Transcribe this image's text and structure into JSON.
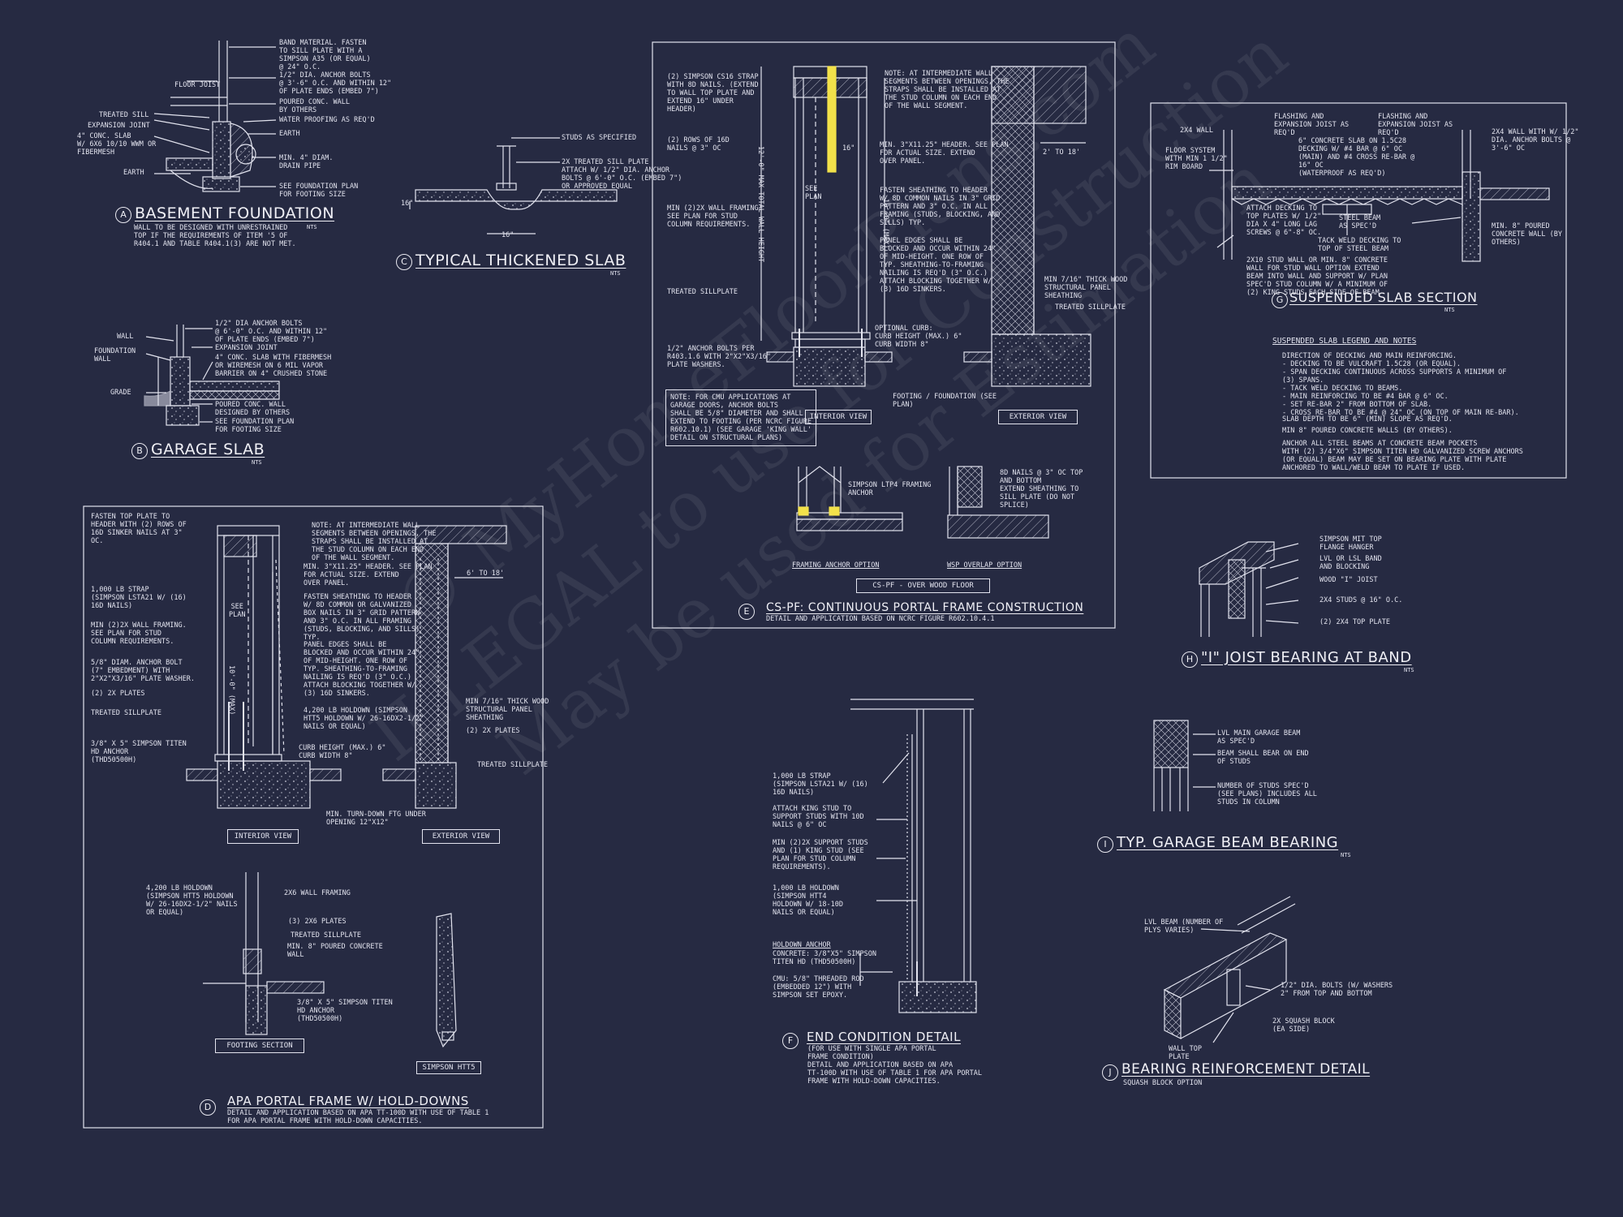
{
  "watermark": "© MyHomeFloorPlans.com\nILLEGAL to use for Construction\nMay be used for Estimation",
  "colors": {
    "background": "#262a42",
    "linework": "#e2e3ee",
    "highlight": "#f2e14a"
  },
  "detail_a": {
    "tag": "A",
    "title": "BASEMENT FOUNDATION",
    "nts": "NTS",
    "subtitle": "WALL TO BE DESIGNED WITH UNRESTRAINED\nTOP IF THE REQUIREMENTS OF ITEM '5 OF\nR404.1 AND TABLE R404.1(3) ARE NOT MET.",
    "note1": "BAND MATERIAL. FASTEN\nTO SILL PLATE WITH A\nSIMPSON A35 (OR EQUAL)\n@ 24\" O.C.",
    "note2": "1/2\" DIA. ANCHOR BOLTS\n@ 3'-6\" O.C. AND WITHIN 12\"\nOF PLATE ENDS (EMBED 7\")",
    "note3": "POURED CONC. WALL\nBY OTHERS",
    "note4": "WATER PROOFING AS REQ'D",
    "note5": "EARTH",
    "note6": "MIN. 4\" DIAM.\nDRAIN PIPE",
    "note7": "SEE FOUNDATION PLAN\nFOR FOOTING SIZE",
    "left1": "FLOOR JOIST",
    "left2": "TREATED SILL",
    "left3": "EXPANSION JOINT",
    "left4": "4\" CONC. SLAB\nW/ 6x6 10/10 WWM OR\nFIBERMESH",
    "left5": "EARTH"
  },
  "detail_b": {
    "tag": "B",
    "title": "GARAGE SLAB",
    "nts": "NTS",
    "note1": "1/2\" DIA ANCHOR BOLTS\n@ 6'-0\" O.C. AND WITHIN 12\"\nOF PLATE ENDS (EMBED 7\")",
    "note2": "EXPANSION JOINT",
    "note3": "4\" CONC. SLAB WITH FIBERMESH\nOR WIREMESH ON 6 MIL VAPOR\nBARRIER ON 4\" CRUSHED STONE",
    "note4": "POURED CONC. WALL\nDESIGNED BY OTHERS",
    "note5": "SEE FOUNDATION PLAN\nFOR FOOTING SIZE",
    "left1": "WALL",
    "left2": "FOUNDATION\nWALL",
    "left3": "GRADE"
  },
  "detail_c": {
    "tag": "C",
    "title": "TYPICAL THICKENED SLAB",
    "nts": "NTS",
    "note1": "STUDS AS SPECIFIED",
    "note2": "2x TREATED SILL PLATE\nATTACH W/ 1/2\" dia. ANCHOR\nBOLTS @ 6'-0\" O.C. (EMBED 7\")\nOR APPROVED EQUAL",
    "dim1": "16\"",
    "dim2": "16\""
  },
  "detail_d": {
    "tag": "D",
    "title": "APA PORTAL FRAME W/ HOLD-DOWNS",
    "subtitle": "DETAIL AND APPLICATION BASED ON APA TT-100D WITH USE OF TABLE 1\nFOR APA PORTAL FRAME WITH HOLD-DOWN CAPACITIES.",
    "left1": "FASTEN TOP PLATE TO\nHEADER WITH (2) ROWS OF\n16d SINKER NAILS AT 3\"\nOC.",
    "left2": "1,000 LB STRAP\n(SIMPSON LSTA21 W/ (16)\n16d NAILS)",
    "left3": "MIN (2)2X WALL FRAMING.\nSEE PLAN FOR STUD\nCOLUMN REQUIREMENTS.",
    "left4": "5/8\" DIAM. ANCHOR BOLT\n(7\" EMBEDMENT) WITH\n2\"x2\"x3/16\" PLATE WASHER.",
    "left5": "(2) 2x PLATES",
    "left6": "TREATED SILLPLATE",
    "left7": "3/8\" x 5\" SIMPSON TITEN\nHD ANCHOR\n(THD50500H)",
    "mid1": "NOTE: AT INTERMEDIATE WALL\nSEGMENTS BETWEEN OPENINGS, THE\nSTRAPS SHALL BE INSTALLED AT\nTHE STUD COLUMN ON EACH END\nOF THE WALL SEGMENT.",
    "mid2": "MIN. 3\"x11.25\" HEADER. SEE PLAN\nFOR ACTUAL SIZE. EXTEND\nOVER PANEL.",
    "mid3": "FASTEN SHEATHING TO HEADER\nW/ 8d COMMON OR GALVANIZED\nBOX NAILS IN 3\" GRID PATTERN\nAND 3\" O.C. IN ALL FRAMING\n(STUDS, BLOCKING, AND SILLS)\nTYP.",
    "mid4": "PANEL EDGES SHALL BE\nBLOCKED AND OCCUR WITHIN 24\"\nOF MID-HEIGHT. ONE ROW OF\nTYP. SHEATHING-TO-FRAMING\nNAILING IS REQ'D (3\" O.C.)\nATTACH BLOCKING TOGETHER W/\n(3) 16d SINKERS.",
    "mid5": "4,200 LB HOLDOWN (SIMPSON\nHTT5 HOLDOWN W/ 26-16dx2-1/2\"\nNAILS OR EQUAL)",
    "mid6": "CURB HEIGHT (MAX.) 6\"\nCURB WIDTH 8\"",
    "mid7": "MIN. TURN-DOWN FTG UNDER\nOPENING 12\"x12\"",
    "see_plan": "SEE\nPLAN",
    "height": "10'-0\" (MAX)",
    "right1": "6' TO 18'",
    "right2": "MIN 7/16\" THICK WOOD\nSTRUCTURAL PANEL\nSHEATHING",
    "right3": "(2) 2x PLATES",
    "right4": "TREATED SILLPLATE",
    "view1": "INTERIOR VIEW",
    "view2": "EXTERIOR VIEW",
    "fs1": "4,200 LB HOLDOWN\n(SIMPSON HTT5 HOLDOWN\nW/ 26-16dx2-1/2\" NAILS\nOR EQUAL)",
    "fs2": "2x6 WALL FRAMING",
    "fs3": "(3) 2x6 PLATES",
    "fs4": "TREATED SILLPLATE",
    "fs5": "MIN. 8\" POURED CONCRETE\nWALL",
    "fs6": "3/8\" x 5\" SIMPSON TITEN\nHD ANCHOR\n(THD50500H)",
    "footing_section": "FOOTING SECTION",
    "simpson": "SIMPSON HTT5"
  },
  "detail_e": {
    "tag": "E",
    "title": "CS-PF: CONTINUOUS PORTAL FRAME CONSTRUCTION",
    "subtitle": "DETAIL AND APPLICATION BASED ON NCRC FIGURE R602.10.4.1",
    "left1": "(2) SIMPSON CS16 STRAP\nWITH 8d NAILS. (EXTEND\nTO WALL TOP PLATE AND\nEXTEND 16\" UNDER\nHEADER)",
    "left2": "(2) ROWS OF 16d\nNAILS @ 3\" OC",
    "left3": "MIN (2)2X WALL FRAMING.\nSEE PLAN FOR STUD\nCOLUMN REQUIREMENTS.",
    "left4": "TREATED SILLPLATE",
    "left5": "1/2\" ANCHOR BOLTS PER\nR403.1.6 WITH 2\"x2\"x3/16\"\nPLATE WASHERS.",
    "note_box": "NOTE: FOR CMU APPLICATIONS AT\nGARAGE DOORS, ANCHOR BOLTS\nSHALL BE 5/8\" DIAMETER AND SHALL\nEXTEND TO FOOTING (PER NCRC FIGURE\nR602.10.1) (SEE GARAGE 'KING WALL'\nDETAIL ON STRUCTURAL PLANS)",
    "mid1": "NOTE: AT INTERMEDIATE WALL\nSEGMENTS BETWEEN OPENINGS, THE\nSTRAPS SHALL BE INSTALLED AT\nTHE STUD COLUMN ON EACH END\nOF THE WALL SEGMENT.",
    "mid2": "MIN. 3\"x11.25\" HEADER. SEE PLAN\nFOR ACTUAL SIZE. EXTEND\nOVER PANEL.",
    "mid3": "FASTEN SHEATHING TO HEADER\nW/ 8d COMMON NAILS IN 3\" GRID\nPATTERN AND 3\" O.C. IN ALL\nFRAMING (STUDS, BLOCKING, AND\nSILLS) TYP.",
    "mid4": "PANEL EDGES SHALL BE\nBLOCKED AND OCCUR WITHIN 24\"\nOF MID-HEIGHT. ONE ROW OF\nTYP. SHEATHING-TO-FRAMING\nNAILING IS REQ'D (3\" O.C.)\nATTACH BLOCKING TOGETHER W/\n(3) 16d SINKERS.",
    "mid5": "OPTIONAL CURB:\nCURB HEIGHT (MAX.) 6\"\nCURB WIDTH 8\"",
    "mid6": "FOOTING / FOUNDATION (SEE\nPLAN)",
    "see_plan": "SEE\nPLAN",
    "dim16": "16\"",
    "height1": "12'-0\" MAX TOTAL WALL HEIGHT",
    "height2": "10'-0\" (MAX)",
    "right1": "2' TO 18'",
    "right2": "MIN 7/16\" THICK WOOD\nSTRUCTURAL PANEL\nSHEATHING",
    "right3": "TREATED SILLPLATE",
    "view1": "INTERIOR VIEW",
    "view2": "EXTERIOR VIEW",
    "a1": "SIMPSON LTP4 FRAMING\nANCHOR",
    "a2": "8d NAILS @ 3\" OC TOP\nAND BOTTOM",
    "a3": "EXTEND SHEATHING TO\nSILL PLATE (DO NOT\nSPLICE)",
    "opt1": "FRAMING ANCHOR OPTION",
    "opt2": "WSP OVERLAP OPTION",
    "box": "CS-PF - OVER WOOD FLOOR"
  },
  "detail_f": {
    "tag": "F",
    "title": "END CONDITION DETAIL",
    "subtitle": "(FOR USE WITH SINGLE APA PORTAL\nFRAME CONDITION)\nDETAIL AND APPLICATION BASED ON APA\nTT-100D WITH USE OF TABLE 1 FOR APA PORTAL\nFRAME WITH HOLD-DOWN CAPACITIES.",
    "n1": "1,000 LB STRAP\n(SIMPSON LSTA21 W/ (16)\n16d NAILS)",
    "n2": "ATTACH KING STUD TO\nSUPPORT STUDS WITH 10d\nNAILS @ 6\" OC",
    "n3": "MIN (2)2X SUPPORT STUDS\nAND (1) KING STUD (SEE\nPLAN FOR STUD COLUMN\nREQUIREMENTS).",
    "n4": "1,000 LB HOLDOWN\n(SIMPSON HTT4\nHOLDOWN W/ 18-10d\nNAILS OR EQUAL)",
    "n5_head": "HOLDOWN ANCHOR",
    "n5": "CONCRETE: 3/8\"x5\" SIMPSON\nTITEN HD (THD50500H)",
    "n6": "CMU: 5/8\" THREADED ROD\n(EMBEDDED 12\") WITH\nSIMPSON SET EPOXY."
  },
  "detail_g": {
    "tag": "G",
    "title": "SUSPENDED SLAB SECTION",
    "nts": "NTS",
    "n1": "2x4 WALL",
    "n2": "FLOOR SYSTEM\nWITH MIN 1 1/2\"\nRIM BOARD",
    "n3": "FLASHING AND\nEXPANSION JOIST AS\nREQ'D",
    "n4": "6\" CONCRETE SLAB ON 1.5C28\nDECKING W/ #4 BAR @ 6\" OC\n(MAIN) AND #4 CROSS RE-BAR @\n16\" OC\n(WATERPROOF AS REQ'D)",
    "n5": "FLASHING AND\nEXPANSION JOIST AS\nREQ'D",
    "n6": "2x4 WALL WITH W/ 1/2\"\nDIA. ANCHOR BOLTS @\n3'-6\" OC",
    "n7": "ATTACH DECKING TO\nTOP PLATES W/ 1/2\"\nDIA X 4\" LONG LAG\nSCREWS @ 6\"-8\" OC.",
    "n8": "STEEL BEAM\nAS SPEC'D",
    "n9": "TACK WELD DECKING TO\nTOP OF STEEL BEAM",
    "n10": "MIN. 8\" POURED\nCONCRETE WALL (BY\nOTHERS)",
    "n11": "2X10 STUD WALL OR MIN. 8\" CONCRETE\nWALL FOR STUD WALL OPTION EXTEND\nBEAM INTO WALL AND SUPPORT W/ PLAN\nSPEC'D STUD COLUMN W/ A MINIMUM OF\n(2) KING STUDS EACH SIDE OF BEAM",
    "legend_title": "SUSPENDED SLAB LEGEND AND NOTES",
    "legend": [
      "DIRECTION OF DECKING AND MAIN REINFORCING.\n- DECKING TO BE VULCRAFT 1.5C28 (OR EQUAL).\n- SPAN DECKING CONTINUOUS ACROSS SUPPORTS A MINIMUM OF\n(3) SPANS.\n- TACK WELD DECKING TO BEAMS.\n- MAIN REINFORCING TO BE #4 BAR @ 6\" OC.\n- SET RE-BAR 2\" FROM BOTTOM OF SLAB.\n- CROSS RE-BAR TO BE #4 @ 24\" OC (ON TOP OF MAIN RE-BAR).",
      "SLAB DEPTH TO BE 6\" (MIN) SLOPE AS REQ'D.",
      "MIN 8\" POURED CONCRETE WALLS (BY OTHERS).",
      "ANCHOR ALL STEEL BEAMS AT CONCRETE BEAM POCKETS\nWITH (2) 3/4\"x6\" SIMPSON TITEN HD GALVANIZED SCREW ANCHORS\n(OR EQUAL) BEAM MAY BE SET ON BEARING PLATE WITH PLATE\nANCHORED TO WALL/WELD BEAM TO PLATE IF USED."
    ]
  },
  "detail_h": {
    "tag": "H",
    "title": "\"I\" JOIST BEARING AT BAND",
    "nts": "NTS",
    "n1": "SIMPSON MIT TOP\nFLANGE HANGER",
    "n2": "LVL OR LSL BAND\nAND BLOCKING",
    "n3": "WOOD \"I\" JOIST",
    "n4": "2x4 STUDS @ 16\" O.C.",
    "n5": "(2) 2x4 TOP PLATE"
  },
  "detail_i": {
    "tag": "I",
    "title": "TYP. GARAGE BEAM BEARING",
    "nts": "NTS",
    "n1": "LVL MAIN GARAGE BEAM\nAS SPEC'D",
    "n2": "BEAM SHALL BEAR ON END\nOF STUDS",
    "n3": "NUMBER OF STUDS SPEC'D\n(SEE PLANS) INCLUDES ALL\nSTUDS IN COLUMN"
  },
  "detail_j": {
    "tag": "J",
    "title": "BEARING REINFORCEMENT DETAIL",
    "subtitle": "SQUASH BLOCK OPTION",
    "n1": "LVL BEAM (NUMBER OF\nPLYS VARIES)",
    "n2": "1/2\" DIA. BOLTS (W/ WASHERS\n2\" FROM TOP AND BOTTOM",
    "n3": "2x SQUASH BLOCK\n(EA SIDE)",
    "n4": "WALL TOP\nPLATE"
  }
}
